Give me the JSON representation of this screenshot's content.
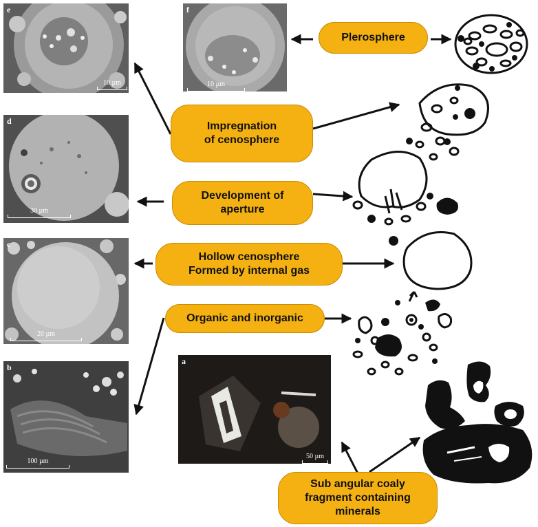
{
  "panels": {
    "e": {
      "letter": "e",
      "scale": "10 µm"
    },
    "f": {
      "letter": "f",
      "scale": "10 µm"
    },
    "d": {
      "letter": "d",
      "scale": "30 µm"
    },
    "c": {
      "letter": "c",
      "scale": "20 µm"
    },
    "b": {
      "letter": "b",
      "scale": "100 µm"
    },
    "a": {
      "letter": "a",
      "scale": "50 µm"
    }
  },
  "labels": {
    "plerosphere": "Plerosphere",
    "impregnation": "Impregnation\nof cenosphere",
    "aperture": "Development of\naperture",
    "hollow": "Hollow cenosphere\nFormed by internal gas",
    "organic": "Organic and inorganic",
    "fragment": "Sub angular coaly\nfragment containing\nminerals"
  },
  "colors": {
    "label_fill": "#f5b111",
    "label_border": "#c88a00",
    "arrow": "#111111",
    "sem_background": "#6e6e6e"
  }
}
